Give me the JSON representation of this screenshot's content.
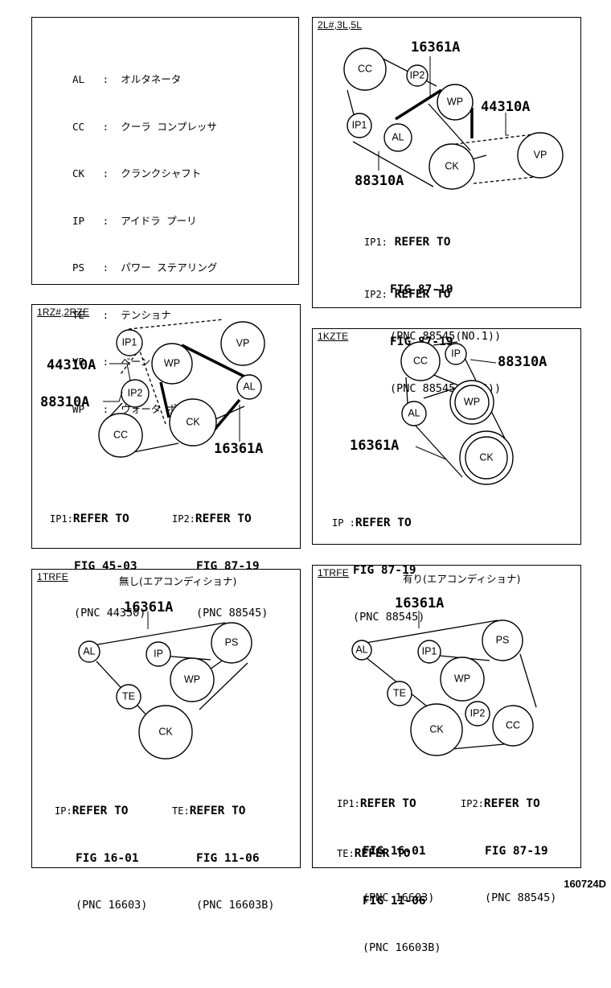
{
  "legend": [
    {
      "code": "AL",
      "sep": ":",
      "name": "オルタネータ"
    },
    {
      "code": "CC",
      "sep": ":",
      "name": "クーラ コンプレッサ"
    },
    {
      "code": "CK",
      "sep": ":",
      "name": "クランクシャフト"
    },
    {
      "code": "IP",
      "sep": ":",
      "name": "アイドラ プーリ"
    },
    {
      "code": "PS",
      "sep": ":",
      "name": "パワー ステアリング"
    },
    {
      "code": "TE",
      "sep": ":",
      "name": "テンショナ"
    },
    {
      "code": "VP",
      "sep": ":",
      "name": "ベーン ポンプ"
    },
    {
      "code": "WP",
      "sep": ":",
      "name": "ウォータ ポンプ"
    }
  ],
  "pulleys": {
    "cc": "CC",
    "ip": "IP",
    "ip1": "IP1",
    "ip2": "IP2",
    "wp": "WP",
    "al": "AL",
    "ck": "CK",
    "vp": "VP",
    "ps": "PS",
    "te": "TE"
  },
  "parts": {
    "belt_a": "16361A",
    "belt_b": "44310A",
    "belt_c": "88310A"
  },
  "panel1": {
    "tag": "2L#,3L,5L",
    "ref1": {
      "key": "IP1:",
      "line1": "REFER TO",
      "line2": "FIG 87-19",
      "line3": "(PNC 88545(NO.1))"
    },
    "ref2": {
      "key": "IP2:",
      "line1": "REFER TO",
      "line2": "FIG 87-19",
      "line3": "(PNC 88545(NO.2))"
    }
  },
  "panel2": {
    "tag": "1RZ#,2RZE",
    "ref1": {
      "key": "IP1:",
      "line1": "REFER TO",
      "line2": "FIG 45-03",
      "line3": "(PNC 44350)"
    },
    "ref2": {
      "key": "IP2:",
      "line1": "REFER TO",
      "line2": "FIG 87-19",
      "line3": "(PNC 88545)"
    }
  },
  "panel3": {
    "tag": "1KZTE",
    "ref1": {
      "key": "IP :",
      "line1": "REFER TO",
      "line2": "FIG 87-19",
      "line3": "(PNC 88545)"
    }
  },
  "panel4": {
    "tag": "1TRFE",
    "subtitle": "無し(エアコンディショナ)",
    "ref1": {
      "key": "IP:",
      "line1": "REFER TO",
      "line2": "FIG 16-01",
      "line3": "(PNC 16603)"
    },
    "ref2": {
      "key": "TE:",
      "line1": "REFER TO",
      "line2": "FIG 11-06",
      "line3": "(PNC 16603B)"
    }
  },
  "panel5": {
    "tag": "1TRFE",
    "subtitle": "有り(エアコンディショナ)",
    "ref1": {
      "key": "IP1:",
      "line1": "REFER TO",
      "line2": "FIG 16-01",
      "line3": "(PNC 16603)"
    },
    "ref2": {
      "key": "IP2:",
      "line1": "REFER TO",
      "line2": "FIG 87-19",
      "line3": "(PNC 88545)"
    },
    "ref3": {
      "key": "TE:",
      "line1": "REFER TO",
      "line2": "FIG 11-06",
      "line3": "(PNC 16603B)"
    }
  },
  "footer": "160724D"
}
